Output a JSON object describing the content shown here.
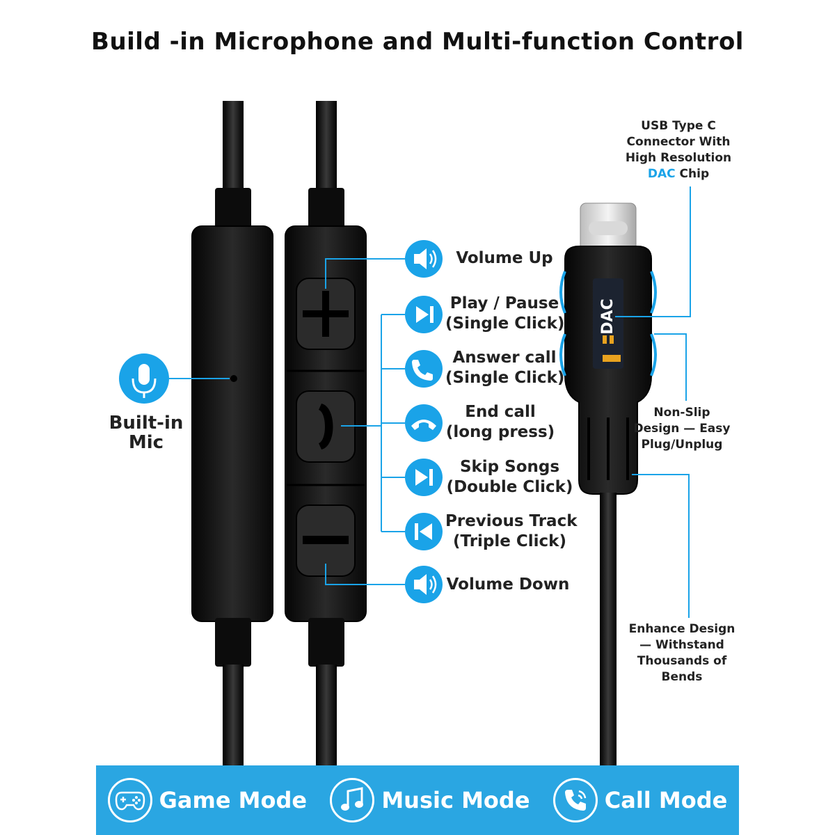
{
  "title": "Build -in Microphone and Multi-function Control",
  "mic": {
    "label_line1": "Built-in",
    "label_line2": "Mic",
    "icon": "microphone-icon"
  },
  "controls": [
    {
      "id": "volume-up",
      "icon": "speaker-icon",
      "line1": "Volume Up",
      "line2": ""
    },
    {
      "id": "play-pause",
      "icon": "play-pause-icon",
      "line1": "Play / Pause",
      "line2": "(Single Click)"
    },
    {
      "id": "answer-call",
      "icon": "phone-icon",
      "line1": "Answer call",
      "line2": "(Single Click)"
    },
    {
      "id": "end-call",
      "icon": "hang-up-icon",
      "line1": "End call",
      "line2": "(long press)"
    },
    {
      "id": "skip-songs",
      "icon": "skip-forward-icon",
      "line1": "Skip Songs",
      "line2": "(Double Click)"
    },
    {
      "id": "previous-track",
      "icon": "skip-back-icon",
      "line1": "Previous Track",
      "line2": "(Triple Click)"
    },
    {
      "id": "volume-down",
      "icon": "speaker-icon",
      "line1": "Volume Down",
      "line2": ""
    }
  ],
  "connector": {
    "usb_line1": "USB Type C",
    "usb_line2": "Connector With",
    "usb_line3": "High Resolution",
    "usb_dac": "DAC",
    "usb_chip": " Chip",
    "chip_text": "DAC",
    "nonslip_line1": "Non-Slip",
    "nonslip_line2": "Design — Easy",
    "nonslip_line3": "Plug/Unplug",
    "enhance_line1": "Enhance Design",
    "enhance_line2": "— Withstand",
    "enhance_line3": "Thousands of",
    "enhance_line4": "Bends"
  },
  "modes": [
    {
      "id": "game",
      "label": "Game Mode",
      "icon": "gamepad-icon"
    },
    {
      "id": "music",
      "label": "Music Mode",
      "icon": "music-note-icon"
    },
    {
      "id": "call",
      "label": "Call Mode",
      "icon": "phone-icon"
    }
  ],
  "colors": {
    "accent": "#1aa3e8",
    "bar": "#2aa6e2",
    "body": "#111111",
    "text": "#222222"
  }
}
